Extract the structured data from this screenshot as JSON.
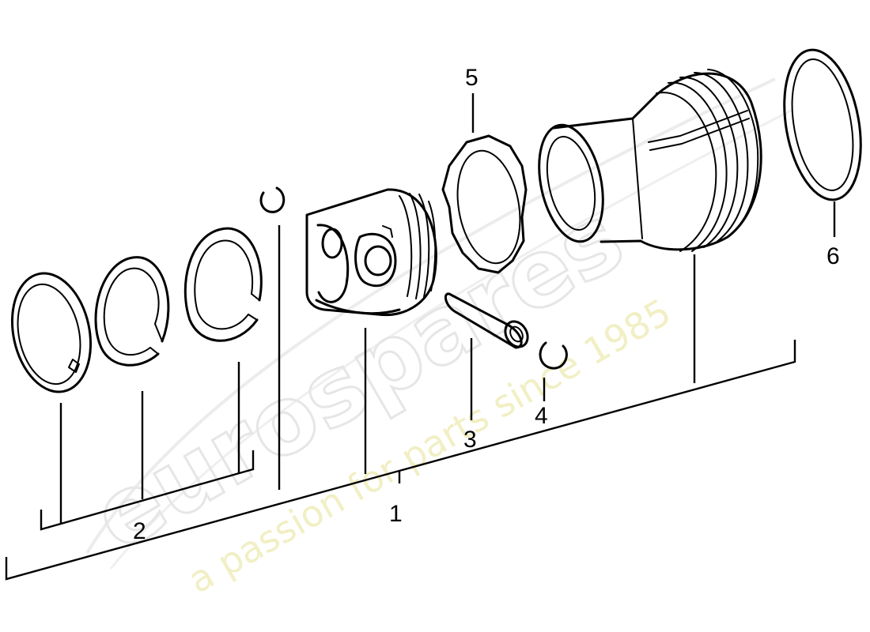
{
  "watermark": {
    "logo_text": "eurospares",
    "tagline": "a passion for parts since 1985"
  },
  "callouts": {
    "c1": "1",
    "c2": "2",
    "c3": "3",
    "c4": "4",
    "c5": "5",
    "c6": "6"
  }
}
